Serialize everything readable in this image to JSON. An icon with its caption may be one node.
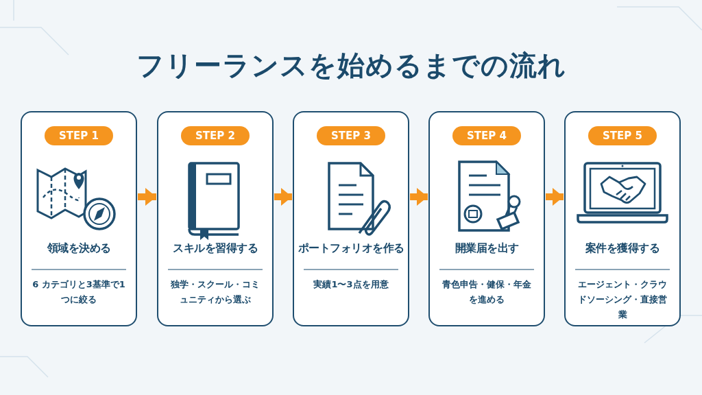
{
  "diagram": {
    "title": "フリーランスを始めるまでの流れ",
    "nodes": [
      {
        "text": [
          "領域を決める",
          "6 カテゴリと3基準で1つに絞る"
        ]
      },
      {
        "text": [
          "STEP 1"
        ],
        "in": 0
      },
      {
        "text": [
          "スキルを習得する",
          "独学・スクール・コミュニティから選ぶ"
        ]
      },
      {
        "text": [
          "STEP 2"
        ],
        "in": 2
      },
      {
        "text": [
          "ポートフォリオを作る",
          "実績1〜3点を用意"
        ]
      },
      {
        "text": [
          "STEP 3"
        ],
        "in": 4
      },
      {
        "text": [
          "開業届を出す",
          "青色申告・健保・年金を進める"
        ]
      },
      {
        "text": [
          "STEP 4"
        ],
        "in": 6
      },
      {
        "text": [
          "案件を獲得する",
          "エージェント・クラウドソーシング・直接営業"
        ]
      },
      {
        "text": [
          "STEP 5"
        ],
        "in": 8
      }
    ],
    "edges": [
      {
        "from": 0,
        "to": 2,
        "arrow": "to"
      },
      {
        "from": 2,
        "to": 4,
        "arrow": "to"
      },
      {
        "from": 4,
        "to": 6,
        "arrow": "to"
      },
      {
        "from": 6,
        "to": 8,
        "arrow": "to"
      }
    ]
  }
}
